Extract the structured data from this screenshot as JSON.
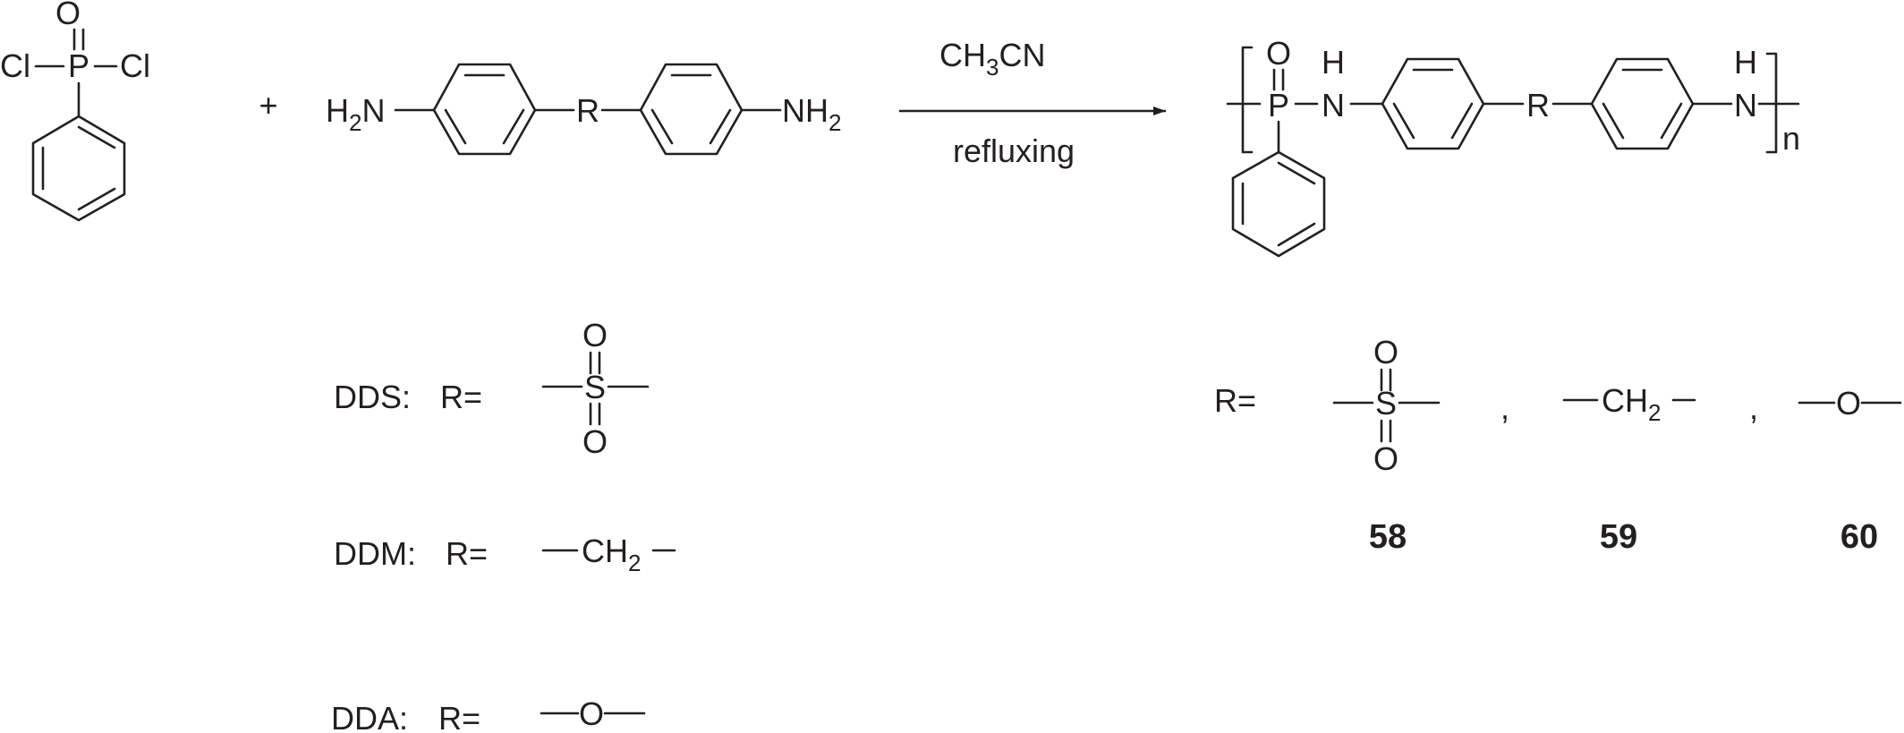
{
  "reactant_1": {
    "o": "O",
    "p": "P",
    "cl_left": "Cl",
    "cl_right": "Cl"
  },
  "plus": "+",
  "reactant_2": {
    "h2n_h": "H",
    "h2n_2": "2",
    "h2n_n": "N",
    "r": "R",
    "nh2_nh": "NH",
    "nh2_2": "2"
  },
  "conditions": {
    "reagent_main": "CH",
    "reagent_sub": "3",
    "reagent_tail": "CN",
    "step": "refluxing"
  },
  "product": {
    "o": "O",
    "p": "P",
    "nh1_h": "H",
    "nh1_n": "N",
    "r": "R",
    "nh2_h": "H",
    "nh2_n": "N",
    "repeat": "n"
  },
  "diamines": [
    {
      "name": "DDS:",
      "r_eq": "R=",
      "o_top": "O",
      "s": "S",
      "o_bot": "O"
    },
    {
      "name": "DDM:",
      "r_eq": "R=",
      "ch": "CH",
      "sub": "2"
    },
    {
      "name": "DDA:",
      "r_eq": "R=",
      "o": "O"
    }
  ],
  "products_r": {
    "r_eq": "R=",
    "sulfonyl": {
      "o_top": "O",
      "s": "S",
      "o_bot": "O"
    },
    "comma_1": ",",
    "methylene": {
      "ch": "CH",
      "sub": "2"
    },
    "comma_2": ",",
    "ether": {
      "o": "O"
    },
    "compound_numbers": [
      "58",
      "59",
      "60"
    ]
  },
  "colors": {
    "ink": "#231f20",
    "background": "#ffffff"
  }
}
